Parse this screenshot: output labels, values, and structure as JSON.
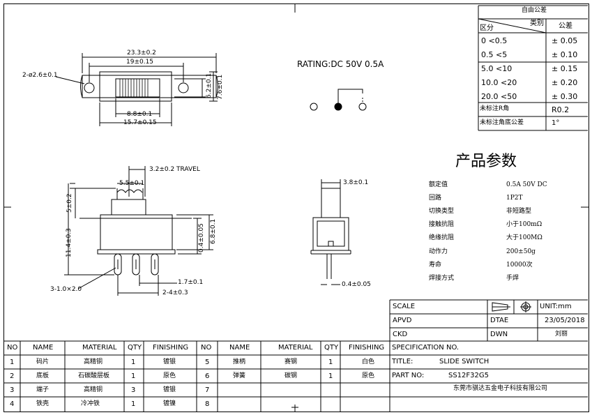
{
  "rating": "RATING:DC  50V  0.5A",
  "tolerance_table": {
    "header_top": "自由公差",
    "header_category": "类别",
    "header_zone": "区分",
    "header_tol": "公差",
    "rows": [
      {
        "range": "0    <0.5",
        "tol": "± 0.05"
      },
      {
        "range": "0.5    <5",
        "tol": "± 0.10"
      },
      {
        "range": "5.0    <10",
        "tol": "± 0.15"
      },
      {
        "range": "10.0    <20",
        "tol": "± 0.20"
      },
      {
        "range": "20.0    <50",
        "tol": "± 0.30"
      },
      {
        "range": "未标注R角",
        "tol": "R0.2"
      },
      {
        "range": "未标注角底公差",
        "tol": "1°"
      }
    ]
  },
  "params": {
    "title": "产品参数",
    "rows": [
      {
        "k": "额定值",
        "v": "0.5A 50V DC"
      },
      {
        "k": "回路",
        "v": "1P2T"
      },
      {
        "k": "切换类型",
        "v": "非短路型"
      },
      {
        "k": "接触抗阻",
        "v": "小于100mΩ"
      },
      {
        "k": "绝缘抗阻",
        "v": "大于100MΩ"
      },
      {
        "k": "动作力",
        "v": "200±50g"
      },
      {
        "k": "寿命",
        "v": "10000次"
      },
      {
        "k": "焊接方式",
        "v": "手焊"
      }
    ]
  },
  "dims": {
    "top_w_outer": "23.3±0.2",
    "top_w_holes": "19±0.15",
    "top_holes": "2-ø2.6±0.1",
    "top_h_inner": "6.2±0.1",
    "top_h_outer": "7.6±0.1",
    "top_w_slot": "8.8±0.1",
    "top_w_body": "15.7±0.15",
    "front_travel": "3.2±0.2  TRAVEL",
    "front_knob_w": "5.5±0.1",
    "front_knob_h": "5±0.2",
    "front_total_h": "11.4±0.3",
    "front_body_h": "6.8±0.1",
    "front_plate_t": "0.4±0.05",
    "front_pin_gap": "1.7±0.1",
    "front_pins": "2-4±0.3",
    "front_holes": "3-1.0×2.0",
    "side_knob_w": "3.8±0.1",
    "side_pin_t": "0.4±0.05"
  },
  "title_block": {
    "scale_label": "SCALE",
    "unit": "UNIT:mm",
    "apvd": "APVD",
    "date_label": "DTAE",
    "date": "23/05/2018",
    "ckd": "CKD",
    "dwn": "DWN",
    "dwn_name": "刘丽",
    "spec": "SPECIFICATION NO.",
    "title_label": "TITLE:",
    "title": "SLIDE SWITCH",
    "part_label": "PART NO:",
    "part": "SS12F32G5",
    "company": "东莞市骐达五金电子科技有限公司"
  },
  "bom": {
    "headers": [
      "NO",
      "NAME",
      "MATERIAL",
      "QTY",
      "FINISHING",
      "NO",
      "NAME",
      "MATERIAL",
      "QTY",
      "FINISHING"
    ],
    "rows": [
      [
        "1",
        "码片",
        "高精铜",
        "1",
        "镀银",
        "5",
        "推柄",
        "赛钢",
        "1",
        "白色"
      ],
      [
        "2",
        "底板",
        "石碳酸层板",
        "1",
        "原色",
        "6",
        "弹簧",
        "碳钢",
        "1",
        "原色"
      ],
      [
        "3",
        "端子",
        "高精铜",
        "3",
        "镀银",
        "7",
        "",
        "",
        "",
        ""
      ],
      [
        "4",
        "铁壳",
        "冷冲铁",
        "1",
        "镀镍",
        "8",
        "",
        "",
        "",
        ""
      ]
    ]
  }
}
